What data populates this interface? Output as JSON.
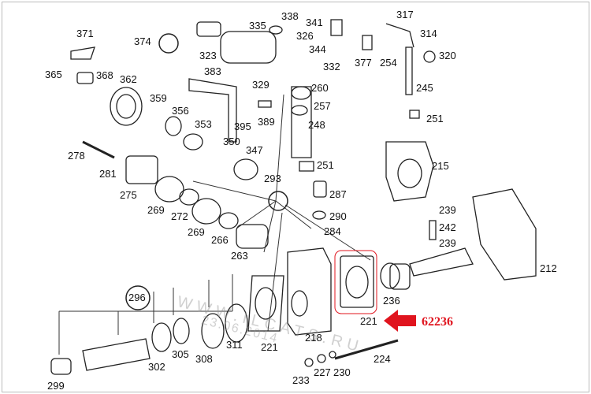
{
  "diagram": {
    "labels": [
      "371",
      "374",
      "323",
      "338",
      "335",
      "341",
      "326",
      "344",
      "332",
      "317",
      "314",
      "377",
      "254",
      "320",
      "365",
      "368",
      "362",
      "383",
      "329",
      "260",
      "245",
      "359",
      "257",
      "356",
      "353",
      "395",
      "389",
      "248",
      "251",
      "278",
      "350",
      "347",
      "251",
      "215",
      "281",
      "275",
      "293",
      "287",
      "269",
      "272",
      "239",
      "290",
      "242",
      "284",
      "269",
      "266",
      "239",
      "263",
      "212",
      "296",
      "236",
      "221",
      "218",
      "311",
      "221",
      "305",
      "308",
      "224",
      "302",
      "227",
      "230",
      "233",
      "299"
    ],
    "highlight": {
      "part": "221",
      "callout": "62236",
      "color": "#e0141e"
    },
    "watermark": {
      "site": "WWW.ILCATS.RU",
      "date": "23.06.2014"
    }
  }
}
